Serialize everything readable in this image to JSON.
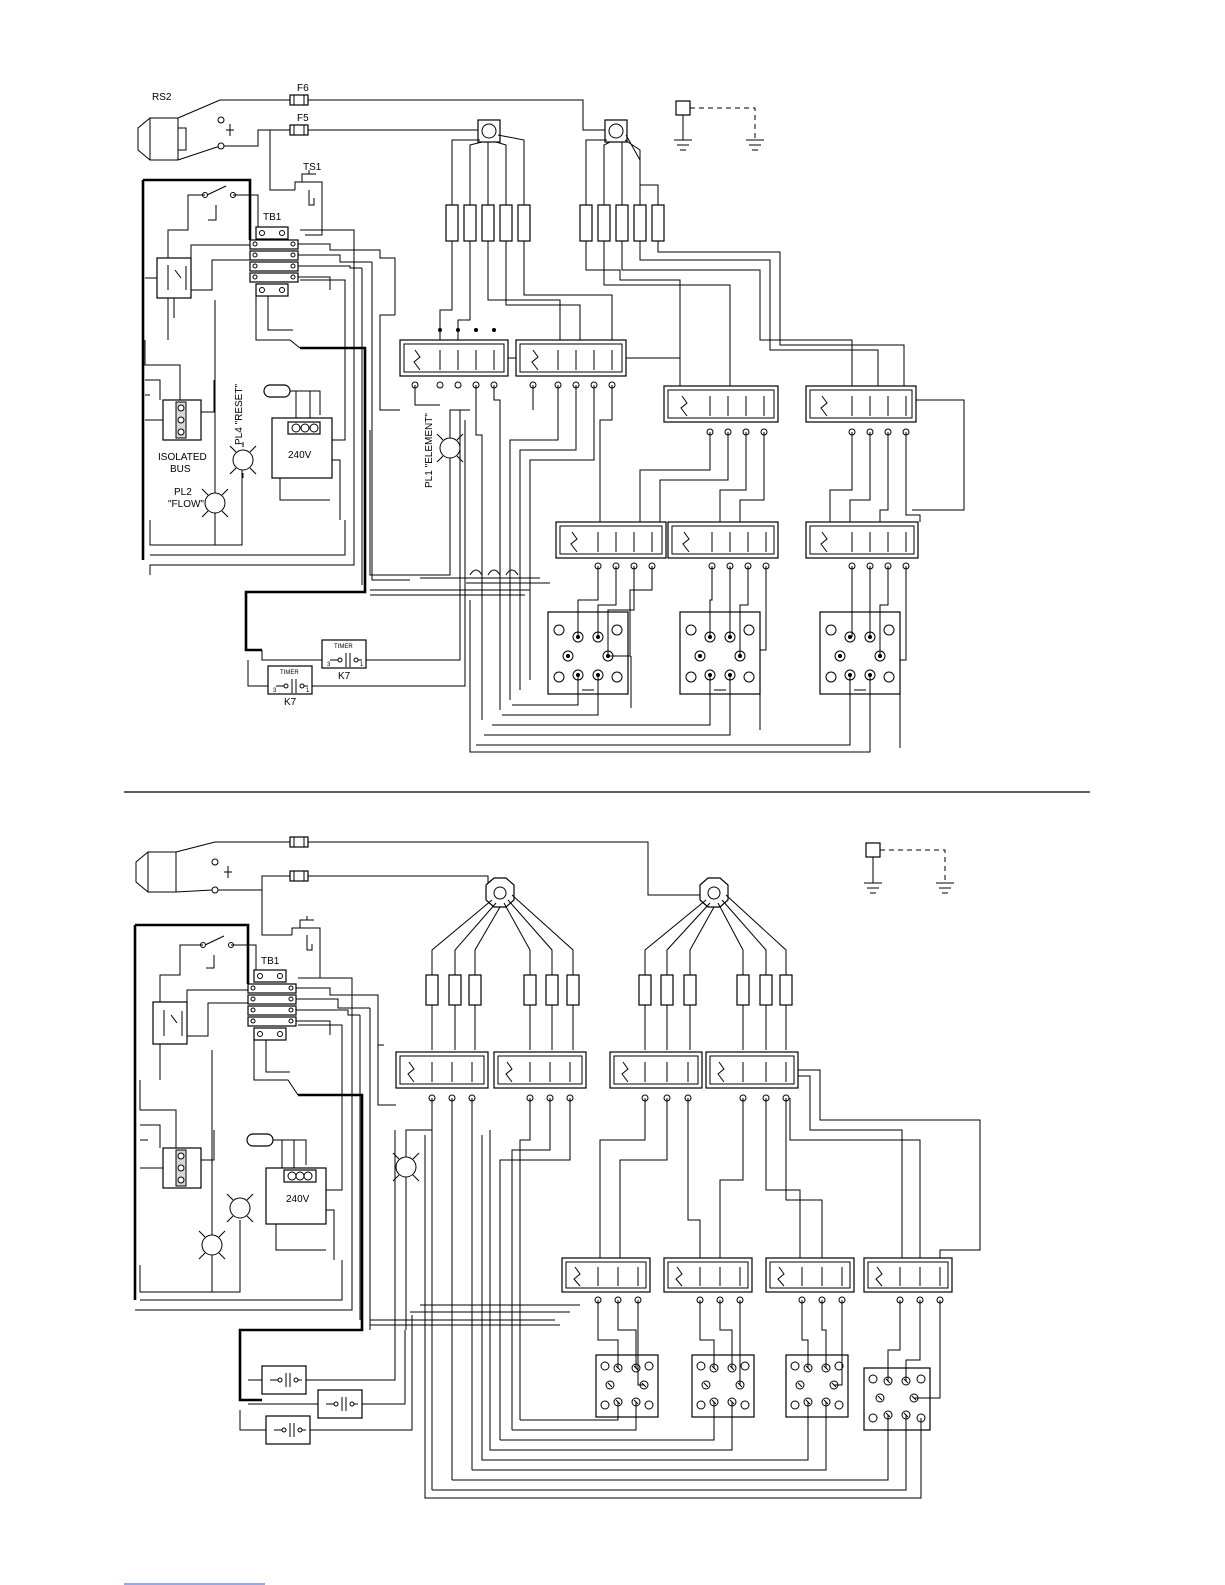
{
  "top_diagram": {
    "labels": {
      "rs2": "RS2",
      "f6": "F6",
      "f5": "F5",
      "ts1": "TS1",
      "tb1": "TB1",
      "pl4": "PL4 \"RESET\"",
      "pl1": "PL1 \"ELEMENT\"",
      "isolated_bus_1": "ISOLATED",
      "isolated_bus_2": "BUS",
      "pl2_1": "PL2",
      "pl2_2": "\"FLOW\"",
      "transformer_voltage": "240V",
      "timer_a": "TIMER",
      "timer_b": "TIMER",
      "k7_a": "K7",
      "k7_b": "K7",
      "pin3_a": "3",
      "pin1_a": "1",
      "pin3_b": "3",
      "pin1_b": "1"
    }
  },
  "bottom_diagram": {
    "labels": {
      "tb1": "TB1",
      "transformer_voltage": "240V"
    }
  }
}
